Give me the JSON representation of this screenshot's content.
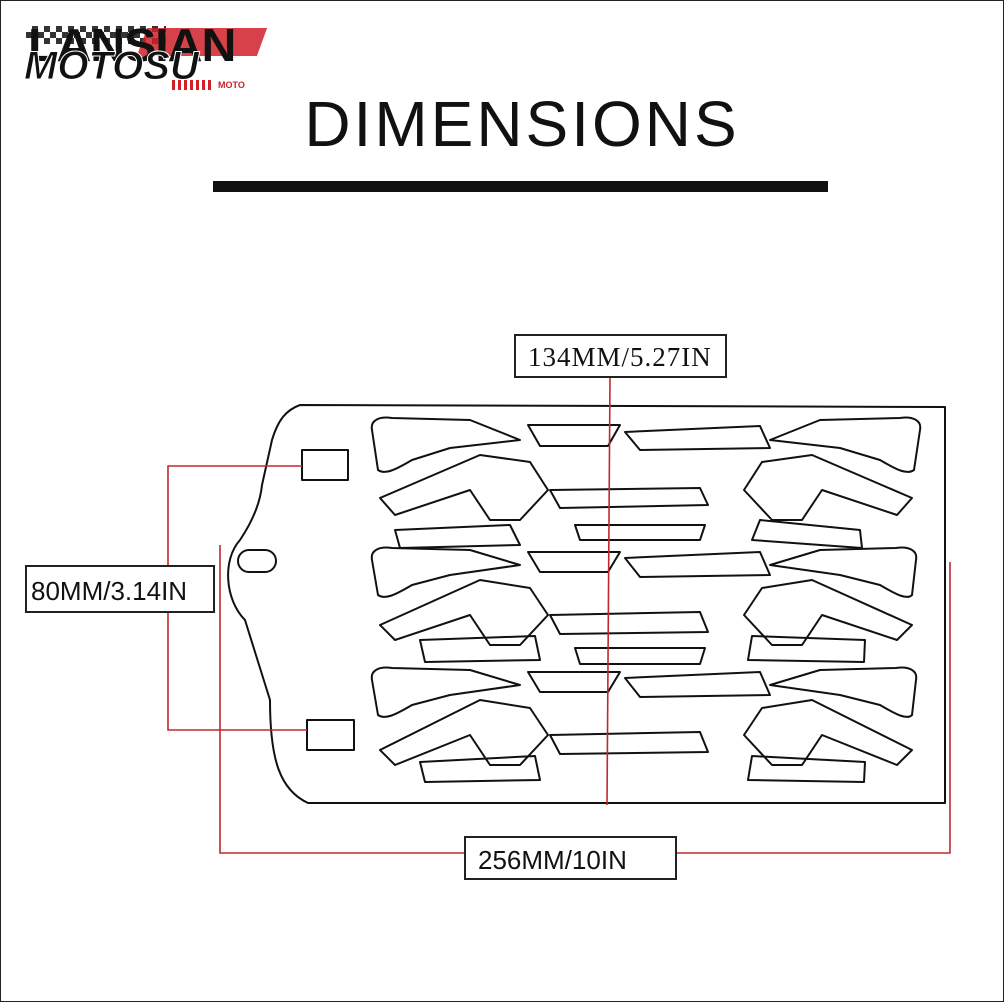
{
  "brand": {
    "top_text": "LANSIAN",
    "bottom_text": "MOTOSU",
    "tag": "MOTO"
  },
  "title": "DIMENSIONS",
  "dimensions": {
    "width_label": "134MM/5.27IN",
    "height_label": "80MM/3.14IN",
    "length_label": "256MM/10IN"
  },
  "colors": {
    "line": "#111111",
    "dimension_line": "#c0282e",
    "accent": "#d0202a"
  }
}
